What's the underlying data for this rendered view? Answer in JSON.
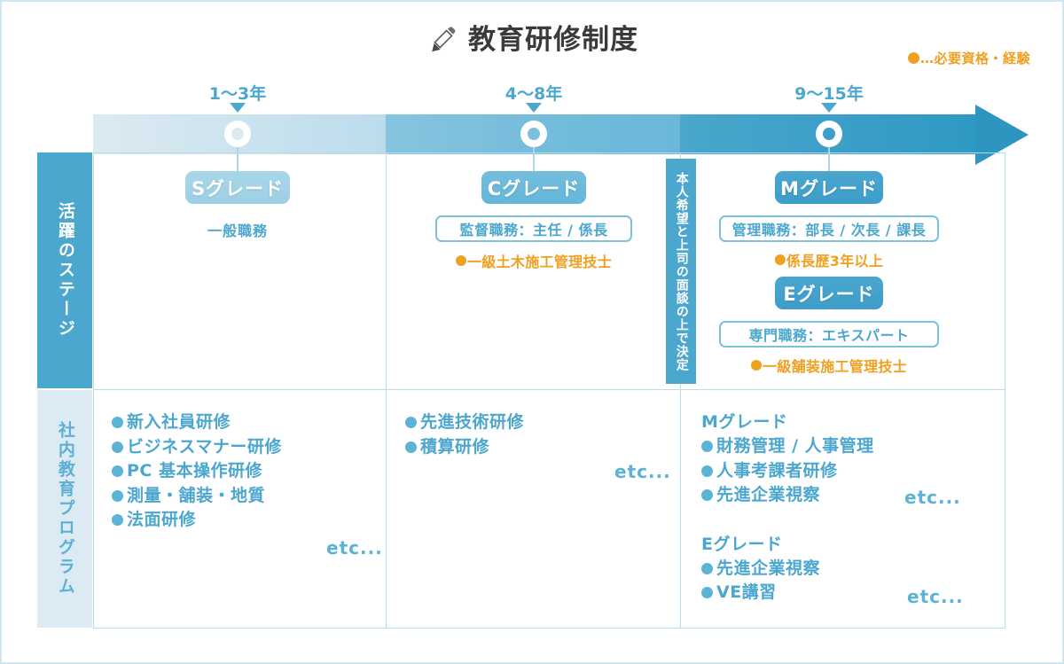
{
  "header": {
    "title": "教育研修制度",
    "pen_icon": "pen-icon",
    "legend_text": "…必要資格・経験"
  },
  "timeline": {
    "years": [
      "1〜3年",
      "4〜8年",
      "9〜15年"
    ]
  },
  "rows": {
    "stage_label": "活躍のステージ",
    "program_label": "社内教育プログラム"
  },
  "decision_note": "本人希望と上司の面談の上で決定",
  "stages": [
    {
      "grade": "Sグレード",
      "role": "一般職務",
      "requirement": null
    },
    {
      "grade": "Cグレード",
      "role": "監督職務：主任 / 係長",
      "requirement": "一級土木施工管理技士"
    },
    {
      "grade": "Mグレード",
      "role": "管理職務：部長 / 次長 / 課長",
      "requirement": "係長歴3年以上"
    },
    {
      "grade": "Eグレード",
      "role": "専門職務：エキスパート",
      "requirement": "一級舗装施工管理技士"
    }
  ],
  "programs": {
    "col1": {
      "items": [
        "新入社員研修",
        "ビジネスマナー研修",
        "PC 基本操作研修",
        "測量・舗装・地質",
        "法面研修"
      ],
      "etc": "etc..."
    },
    "col2": {
      "items": [
        "先進技術研修",
        "積算研修"
      ],
      "etc": "etc..."
    },
    "col3": {
      "group1_title": "Mグレード",
      "group1_items": [
        "財務管理 / 人事管理",
        "人事考課者研修",
        "先進企業視察"
      ],
      "group1_etc": "etc...",
      "group2_title": "Eグレード",
      "group2_items": [
        "先進企業視察",
        "VE講習"
      ],
      "group2_etc": "etc..."
    }
  },
  "colors": {
    "primary_blue": "#4ca7cf",
    "dark_blue": "#2e94c0",
    "light_blue": "#dbeaf3",
    "orange": "#efa020",
    "title_gray": "#3a3a3a"
  }
}
